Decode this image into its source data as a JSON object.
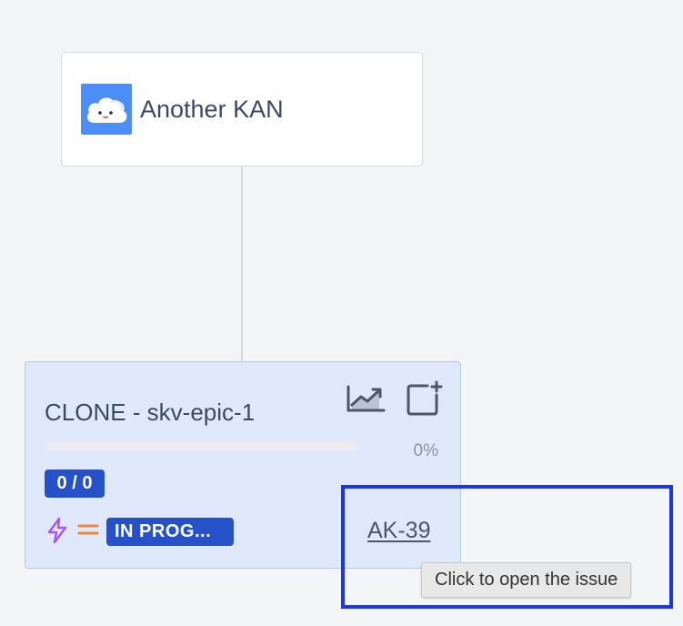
{
  "project": {
    "name": "Another KAN",
    "avatar_icon": "cloud-face-icon",
    "avatar_color": "#4c8df8"
  },
  "epic": {
    "title": "CLONE - skv-epic-1",
    "progress": 0,
    "progress_label": "0%",
    "count_label": "0 / 0",
    "type_icon": "lightning-icon",
    "priority_icon": "priority-medium-icon",
    "status": "IN PROG...",
    "issue_key": "AK-39",
    "actions": [
      {
        "icon": "chart-trend-icon"
      },
      {
        "icon": "add-child-icon"
      }
    ]
  },
  "tooltip": {
    "text": "Click to open the issue"
  },
  "colors": {
    "accent": "#2751c8",
    "card_bg": "#dfe9fb",
    "highlight": "#1a36f0",
    "priority": "#e8894b",
    "epic_type": "#a855f7"
  }
}
